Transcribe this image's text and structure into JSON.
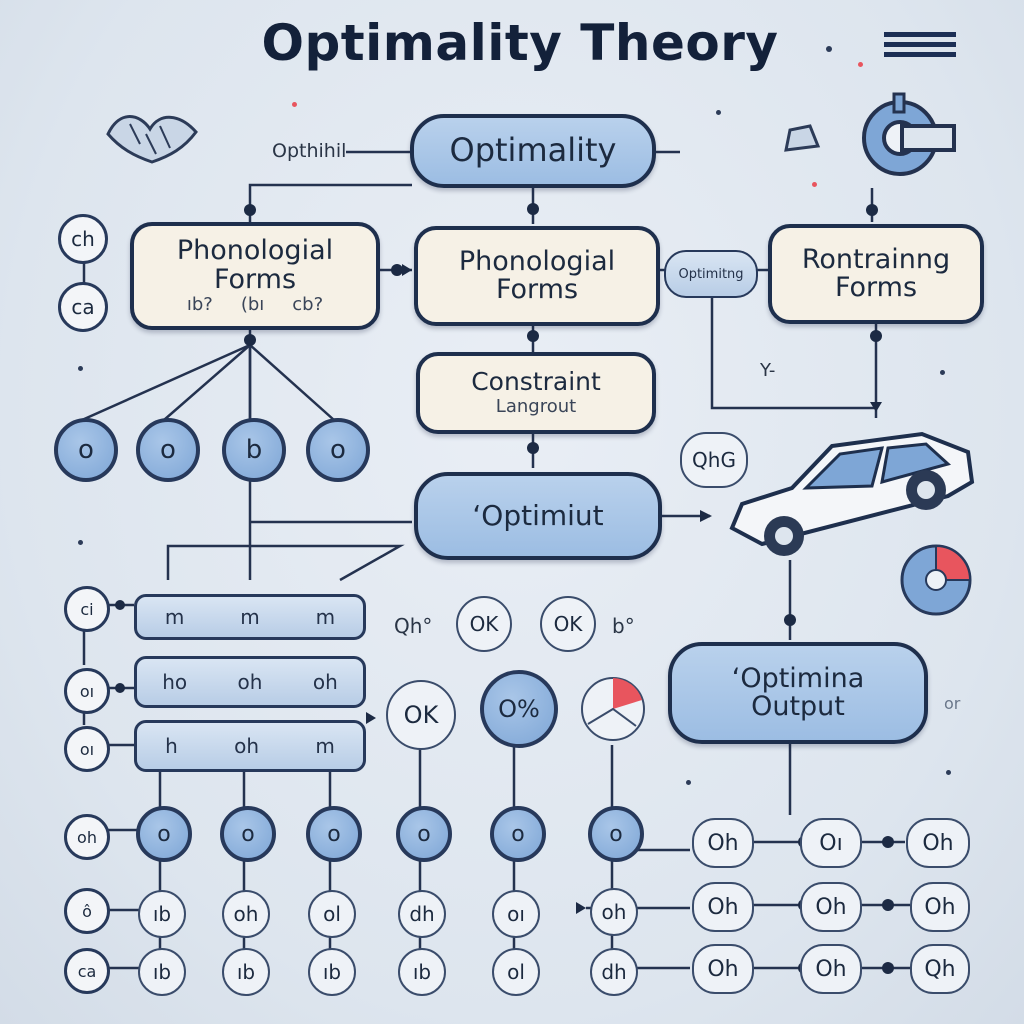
{
  "title": "Optimality Theory",
  "top_node": {
    "label": "Optimality",
    "side_label": "Opthihil"
  },
  "left_box": {
    "title": "Phonologial Forms",
    "subs": [
      "ıb?",
      "(bı",
      "cb?"
    ]
  },
  "center_box": {
    "title": "Phonologial Forms"
  },
  "connector_pill": {
    "label": "Optimitng"
  },
  "right_box": {
    "title": "Rontrainng Forms"
  },
  "constraint_box": {
    "title": "Constraint",
    "sub": "Langrout"
  },
  "optimit_node": {
    "label": "‘Optimiut"
  },
  "output_node": {
    "label": "‘Optimina Output"
  },
  "left_markers": [
    "ch",
    "ca"
  ],
  "branch_circles": [
    "o",
    "o",
    "b",
    "o"
  ],
  "row_markers": [
    "ci",
    "oı",
    "oı"
  ],
  "table_rows": [
    [
      "m",
      "m",
      "m"
    ],
    [
      "ho",
      "oh",
      "oh"
    ],
    [
      "h",
      "oh",
      "m"
    ]
  ],
  "mid_labels": {
    "qh": "Qh°",
    "ok1": "OK",
    "ok2": "OK",
    "b": "b°",
    "qhg": "QhG"
  },
  "gauge_row": [
    "OK",
    "O%"
  ],
  "grid_row_markers": [
    "oh",
    "ô",
    "ca"
  ],
  "grid_rows": [
    [
      "o",
      "o",
      "o",
      "o",
      "o",
      "o"
    ],
    [
      "ıb",
      "oh",
      "ol",
      "dh",
      "oı",
      "oh"
    ],
    [
      "ıb",
      "ıb",
      "ıb",
      "ıb",
      "ol",
      "dh"
    ]
  ],
  "right_chain": [
    [
      "Oh",
      "Oı",
      "Oh"
    ],
    [
      "Oh",
      "Oh",
      "Oh"
    ],
    [
      "Oh",
      "Oh",
      "Qh"
    ]
  ],
  "small_labels": {
    "or": "or",
    "ym": "Y-"
  },
  "icons": [
    "hand-drawn-figure-icon",
    "gear-icon",
    "car-icon",
    "pie-chart-icon",
    "menu-icon"
  ],
  "colors": {
    "node_blue": "#9cbde3",
    "box_cream": "#f6f1e6",
    "outline": "#1e2f4d",
    "accent_red": "#e8555e"
  }
}
